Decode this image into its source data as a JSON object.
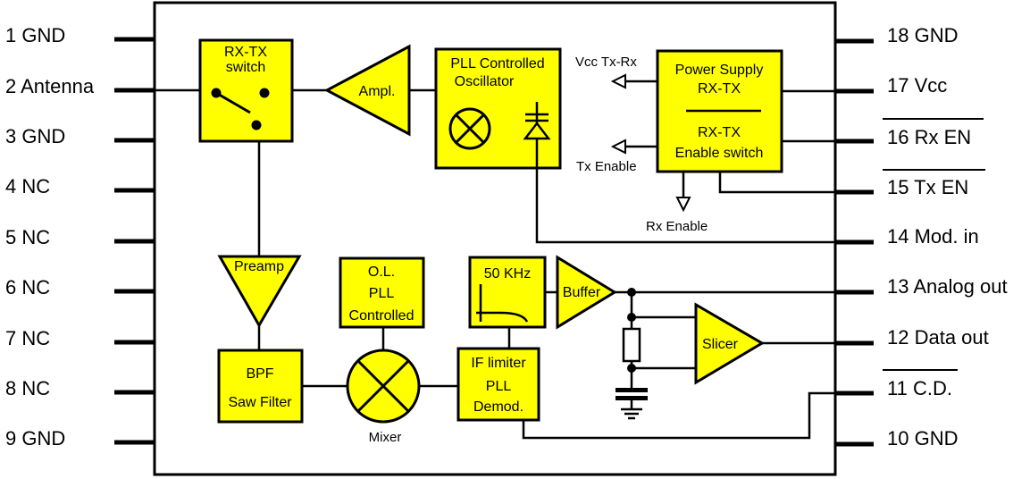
{
  "pins_left": [
    {
      "label": "1 GND"
    },
    {
      "label": "2 Antenna"
    },
    {
      "label": "3 GND"
    },
    {
      "label": "4 NC"
    },
    {
      "label": "5 NC"
    },
    {
      "label": "6 NC"
    },
    {
      "label": "7 NC"
    },
    {
      "label": "8 NC"
    },
    {
      "label": "9 GND"
    }
  ],
  "pins_right": [
    {
      "label": "18 GND",
      "overline": false
    },
    {
      "label": "17 Vcc",
      "overline": false
    },
    {
      "label": "16 Rx EN",
      "overline": true
    },
    {
      "label": "15 Tx EN",
      "overline": true
    },
    {
      "label": "14 Mod. in",
      "overline": false
    },
    {
      "label": "13 Analog out",
      "overline": false
    },
    {
      "label": "12 Data out",
      "overline": false
    },
    {
      "label": "11 C.D.",
      "overline": true
    },
    {
      "label": "10 GND",
      "overline": false
    }
  ],
  "blocks": {
    "rx_tx_switch": [
      "RX-TX",
      "switch"
    ],
    "ampl": "Ampl.",
    "pll_osc": [
      "PLL Controlled",
      "Oscillator"
    ],
    "power_supply": [
      "Power Supply",
      "RX-TX"
    ],
    "enable_switch": [
      "RX-TX",
      "Enable switch"
    ],
    "preamp": "Preamp",
    "ol_pll": [
      "O.L.",
      "PLL",
      "Controlled"
    ],
    "filter_50k": "50 KHz",
    "buffer": "Buffer",
    "slicer": "Slicer",
    "bpf": [
      "BPF",
      "Saw Filter"
    ],
    "if_limiter": [
      "IF limiter",
      "PLL",
      "Demod."
    ]
  },
  "labels": {
    "vcc_tx_rx": "Vcc Tx-Rx",
    "tx_enable": "Tx Enable",
    "rx_enable": "Rx Enable",
    "mixer": "Mixer"
  },
  "colors": {
    "block_fill": "#ffff00",
    "outline": "#000000",
    "background": "#ffffff"
  }
}
